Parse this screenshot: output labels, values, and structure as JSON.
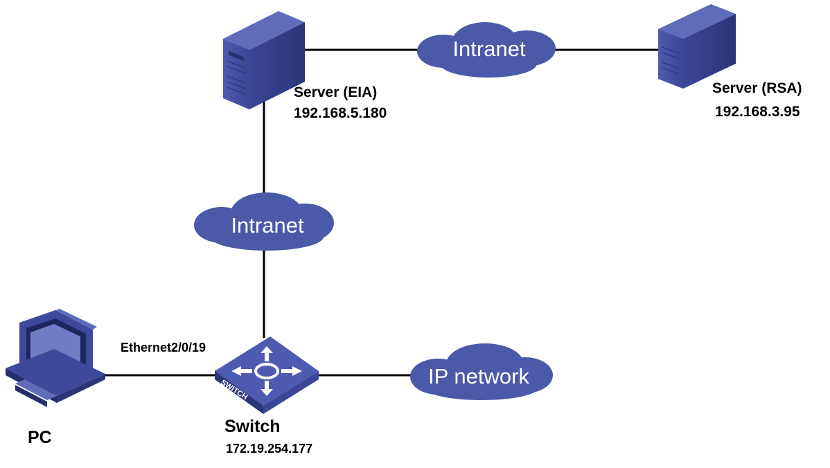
{
  "nodes": {
    "server_eia": {
      "name": "Server (EIA)",
      "ip": "192.168.5.180",
      "icon": "server-icon"
    },
    "server_rsa": {
      "name": "Server (RSA)",
      "ip": "192.168.3.95",
      "icon": "server-icon"
    },
    "switch": {
      "name": "Switch",
      "ip": "172.19.254.177",
      "icon_text": "SWITCH",
      "icon": "switch-icon",
      "port": "Ethernet2/0/19"
    },
    "pc": {
      "name": "PC",
      "icon": "pc-icon"
    }
  },
  "clouds": {
    "intranet_top": {
      "label": "Intranet"
    },
    "intranet_mid": {
      "label": "Intranet"
    },
    "ip_network": {
      "label": "IP network"
    }
  },
  "colors": {
    "device_blue": "#3d4a9c",
    "device_dark": "#262f6e",
    "device_light": "#6f7ec4",
    "cloud_fill": "#4a5aa8",
    "link": "#000000"
  }
}
